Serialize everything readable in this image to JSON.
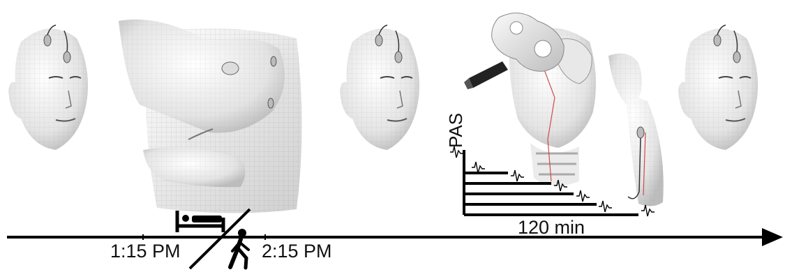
{
  "timeline": {
    "time_start": "1:15 PM",
    "time_end": "2:15 PM"
  },
  "protocol": {
    "label": "PAS",
    "duration": "120 min"
  },
  "icons": {
    "sleep": "bed-icon",
    "wake": "walking-person-icon"
  }
}
